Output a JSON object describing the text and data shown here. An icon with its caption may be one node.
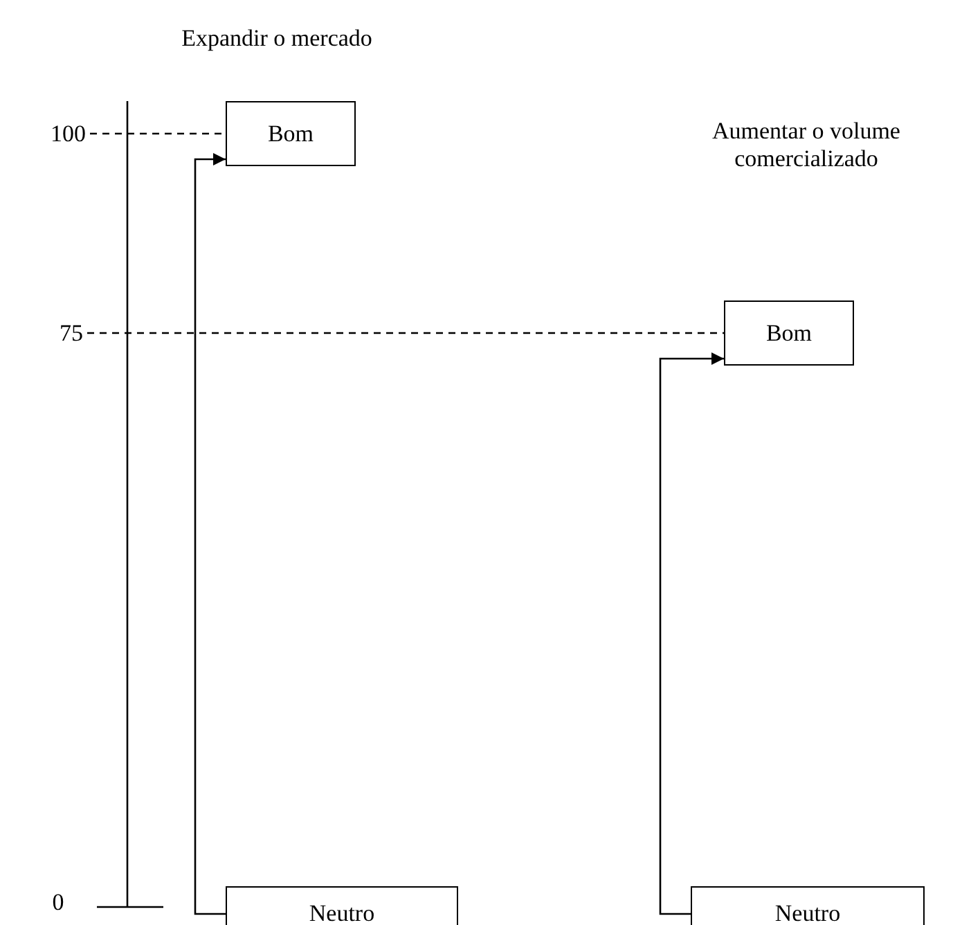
{
  "diagram": {
    "nodes": [
      {
        "text": [
          "100"
        ]
      },
      {
        "text": [
          "Bom"
        ]
      },
      {
        "text": [
          "75"
        ]
      },
      {
        "text": [
          "Bom"
        ]
      },
      {
        "text": [
          "Neutro"
        ]
      },
      {
        "text": [
          "Neutro"
        ]
      }
    ],
    "edges": [
      {
        "from": 0,
        "to": 1,
        "arrow": "none",
        "style": "dashed"
      },
      {
        "from": 2,
        "to": 3,
        "arrow": "none",
        "style": "dashed"
      },
      {
        "from": 4,
        "to": 1,
        "arrow": "to"
      },
      {
        "from": 5,
        "to": 3,
        "arrow": "to"
      }
    ],
    "labels": [
      "Expandir o mercado",
      "Aumentar o volume comercializado",
      "0"
    ]
  }
}
